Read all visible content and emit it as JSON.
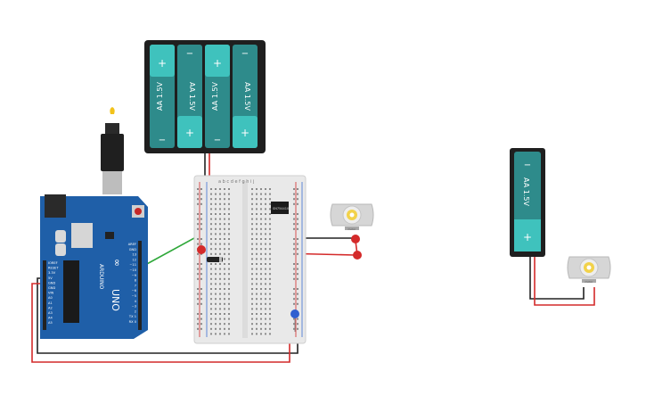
{
  "circuit": {
    "battery_pack_4": {
      "cells": [
        {
          "label": "AA 1.5V",
          "plus": "+",
          "minus": "−"
        },
        {
          "label": "AA 1.5V",
          "plus": "+",
          "minus": "−"
        },
        {
          "label": "AA 1.5V",
          "plus": "+",
          "minus": "−"
        },
        {
          "label": "AA 1.5V",
          "plus": "+",
          "minus": "−"
        }
      ]
    },
    "battery_single": {
      "label": "AA 1.5V",
      "plus": "+",
      "minus": "−"
    },
    "arduino": {
      "brand": "ARDUINO",
      "model": "UNO",
      "icon": "infinity-logo-icon",
      "pin_labels_left": [
        "IOREF",
        "RESET",
        "3.3V",
        "5V",
        "GND",
        "GND",
        "VIN",
        "A0",
        "A1",
        "A2",
        "A3",
        "A4",
        "A5"
      ],
      "pin_labels_right": [
        "AREF",
        "GND",
        "13",
        "12",
        "~11",
        "~10",
        "~9",
        "8",
        "7",
        "~6",
        "~5",
        "4",
        "~3",
        "2",
        "TX 1",
        "RX 0"
      ]
    },
    "breadboard": {
      "column_letters_top": "a b c d e   f g h i j",
      "ic_label": "SN754410"
    },
    "motor_1": {
      "label": "motor"
    },
    "motor_2": {
      "label": "motor"
    },
    "colors": {
      "battery_green": "#2e8b8b",
      "arduino_blue": "#1f5fa8",
      "wire_red": "#d42a2a",
      "wire_black": "#222222",
      "wire_green": "#2fa83a",
      "motor_gray": "#d6d6d6",
      "motor_yellow": "#f2d24a"
    }
  }
}
